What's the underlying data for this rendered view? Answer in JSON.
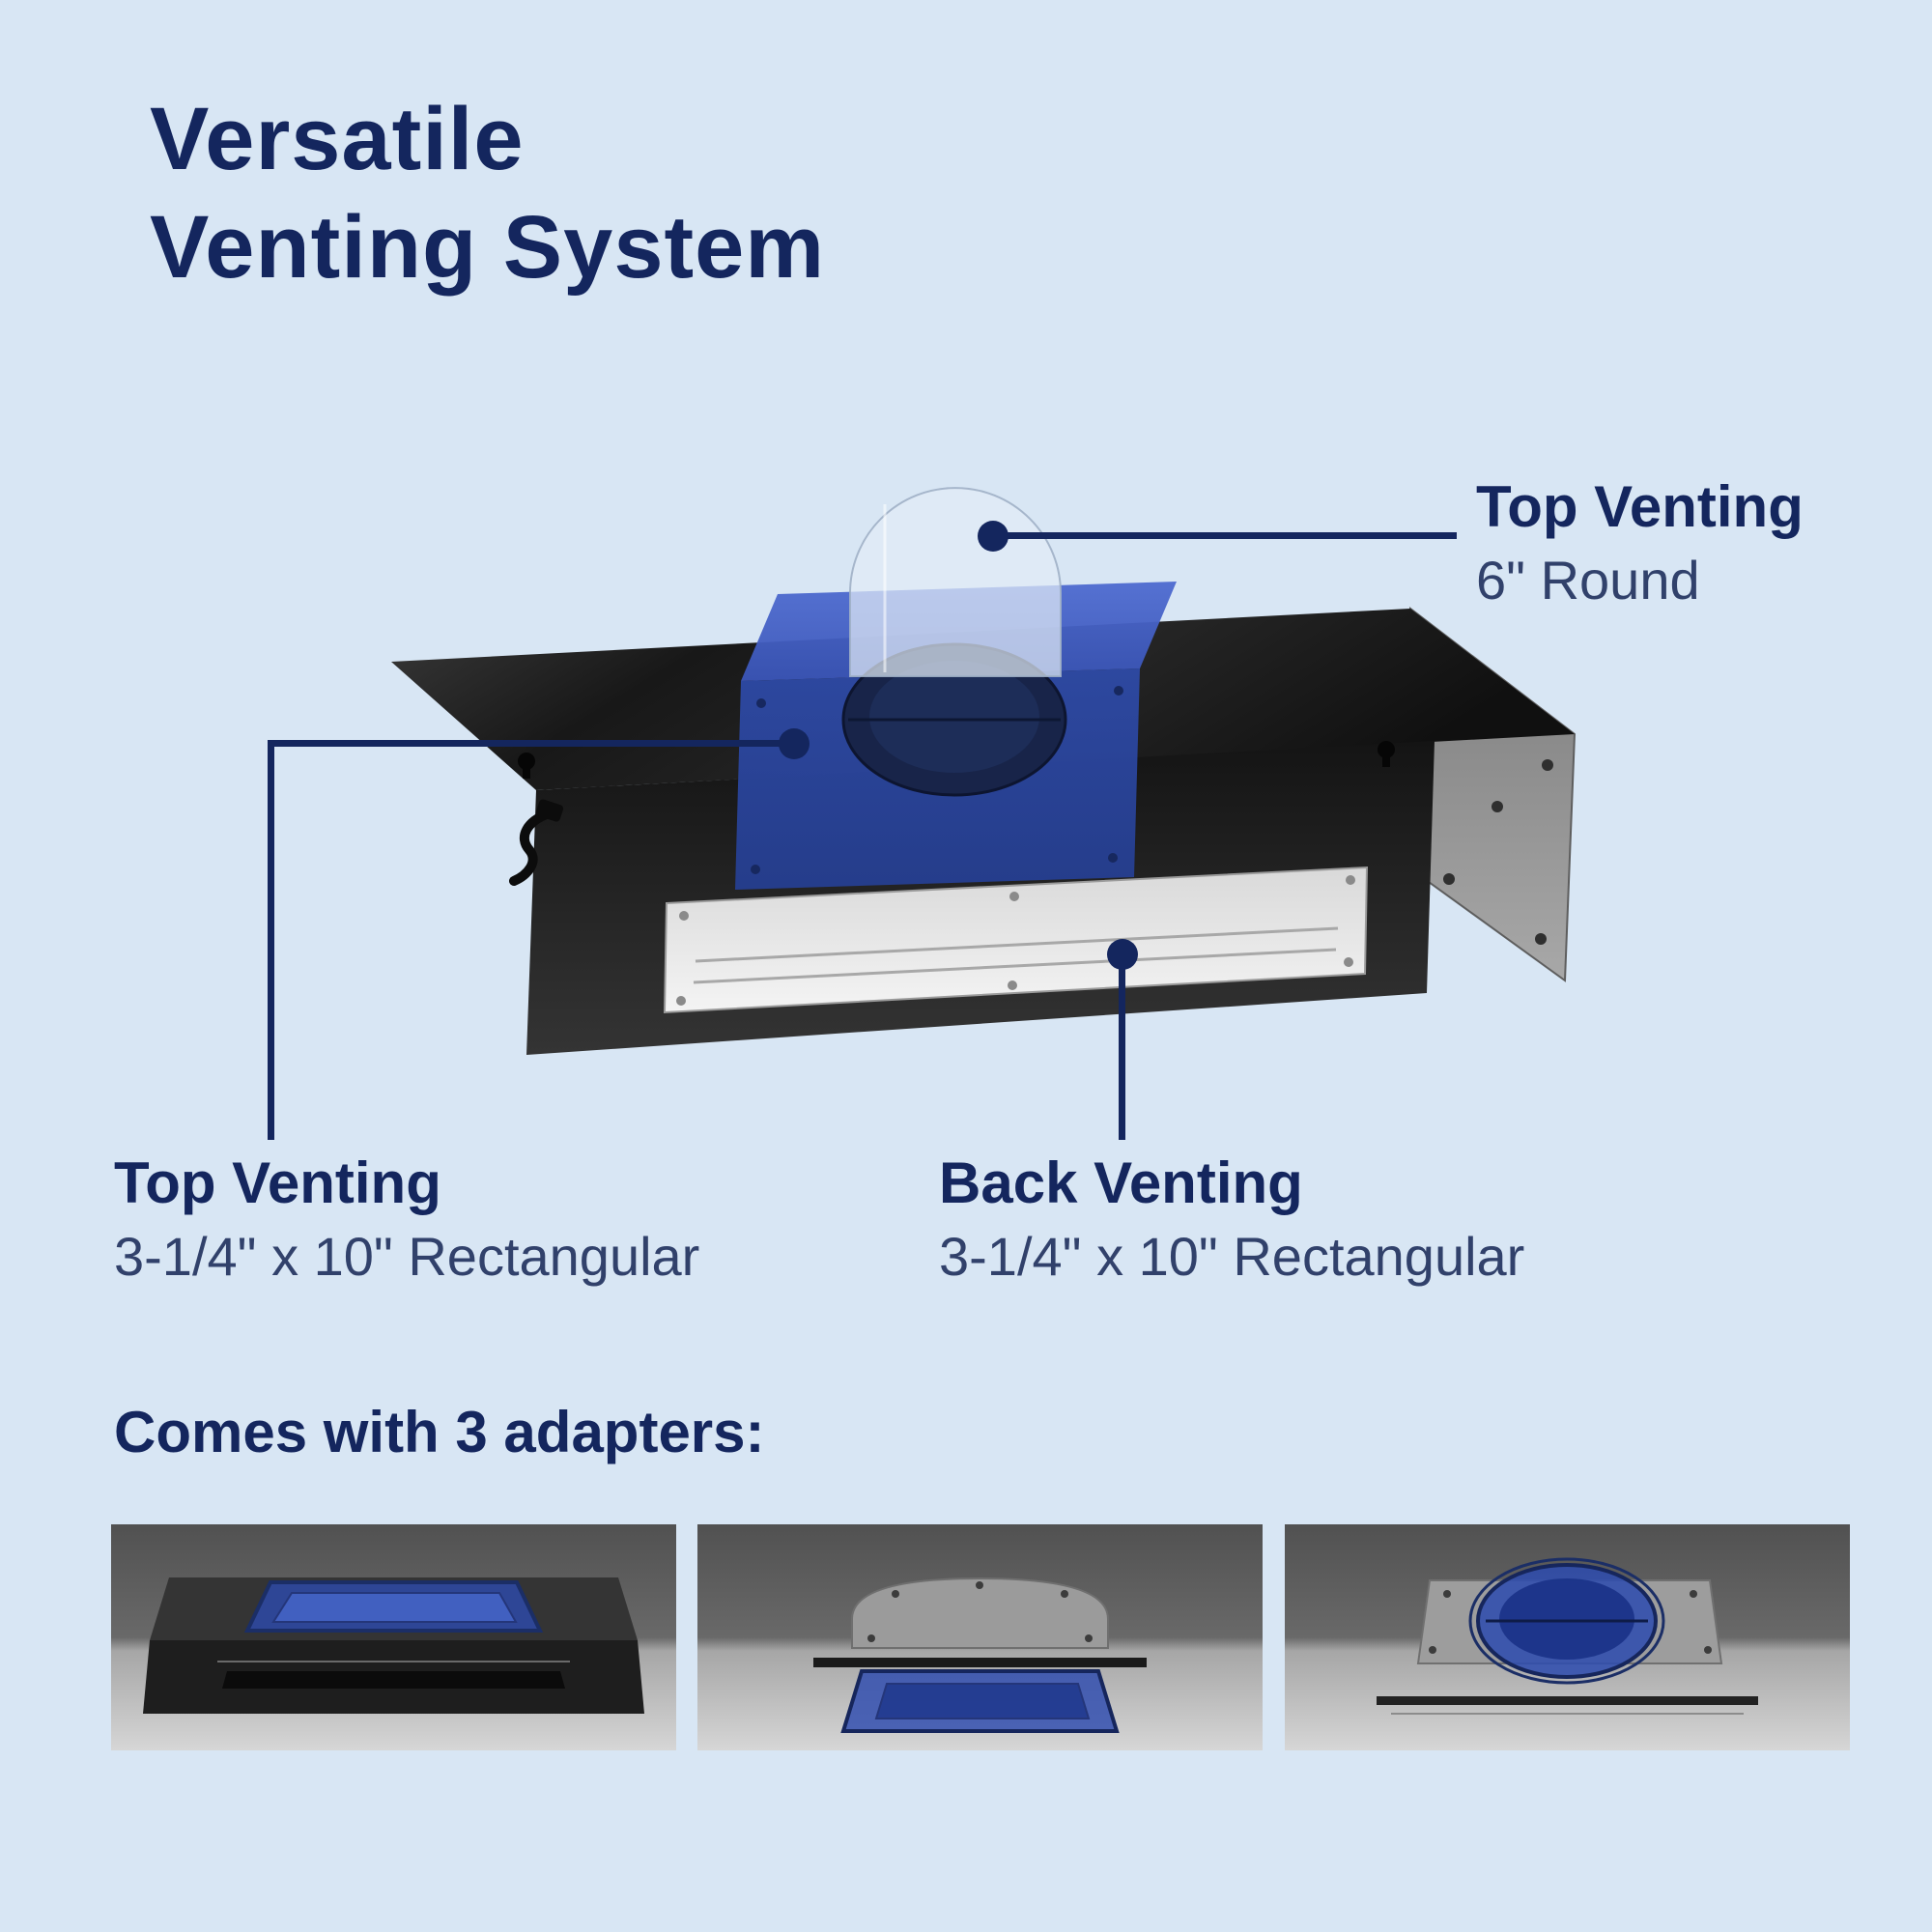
{
  "title": {
    "line1": "Versatile",
    "line2": "Venting System"
  },
  "callouts": {
    "top_round": {
      "title": "Top Venting",
      "subtitle": "6\" Round"
    },
    "top_rect": {
      "title": "Top Venting",
      "subtitle": "3-1/4\" x 10\" Rectangular"
    },
    "back_rect": {
      "title": "Back Venting",
      "subtitle": "3-1/4\" x 10\" Rectangular"
    }
  },
  "adapters_section": {
    "heading": "Comes with 3 adapters:",
    "items": [
      {
        "name": "rectangular-top-adapter-photo"
      },
      {
        "name": "rectangular-back-adapter-photo"
      },
      {
        "name": "round-top-adapter-photo"
      }
    ]
  },
  "colors": {
    "background": "#d8e6f4",
    "navy": "#14265e",
    "subtitle_navy": "#31416b",
    "adapter_blue": "#2d4bae"
  }
}
